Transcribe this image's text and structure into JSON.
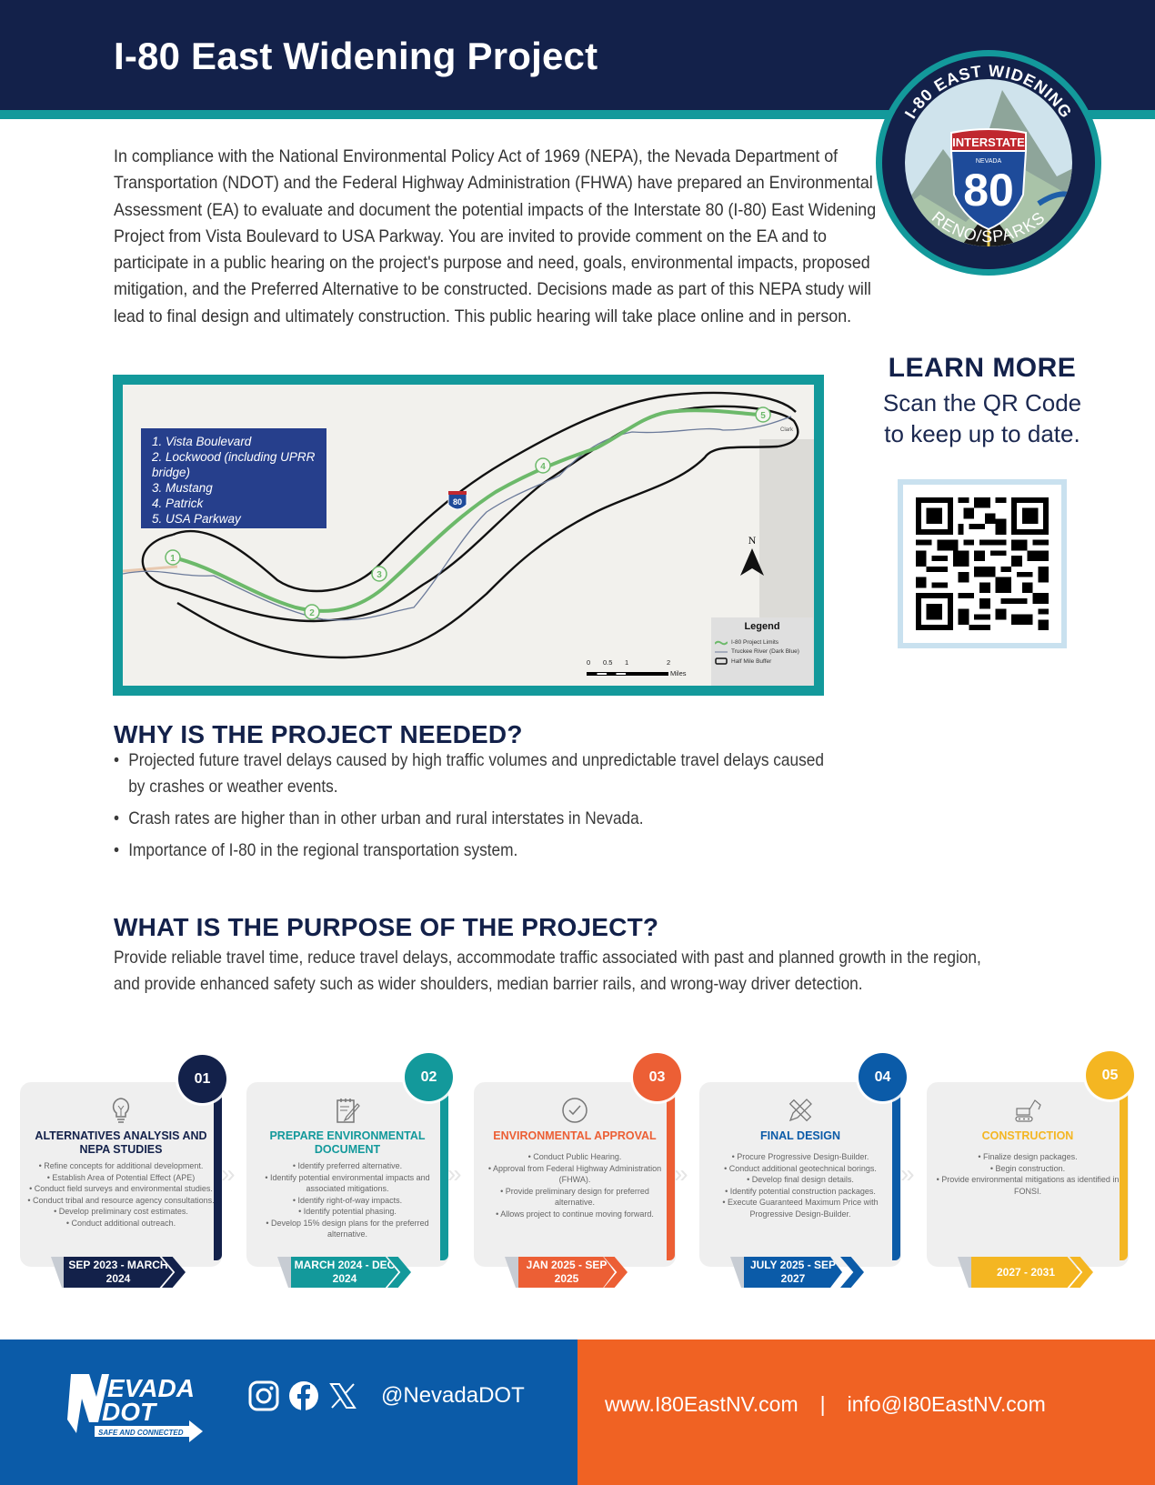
{
  "header": {
    "title": "I-80 East Widening Project"
  },
  "logo_badge": {
    "top_text": "I-80 EAST WIDENING",
    "bottom_text": "RENO/SPARKS",
    "shield_top": "INTERSTATE",
    "shield_state": "NEVADA",
    "shield_number": "80"
  },
  "intro": {
    "text": "In compliance with the National Environmental Policy Act of 1969 (NEPA), the Nevada Department of Transportation (NDOT) and the Federal Highway Administration (FHWA) have prepared an Environmental Assessment (EA) to evaluate and document the potential impacts of the Interstate 80 (I-80) East Widening Project from Vista Boulevard to USA Parkway. You are invited to provide comment on the EA and to participate in a public hearing on the project's purpose and need, goals, environmental impacts, proposed mitigation, and the Preferred Alternative to be constructed. Decisions made as part of this NEPA study will lead to final design and ultimately construction. This public hearing will take place online and in person."
  },
  "learn_more": {
    "title": "LEARN MORE",
    "line1": "Scan the QR Code",
    "line2": "to keep up to date."
  },
  "map": {
    "interchanges": [
      "1. Vista Boulevard",
      "2. Lockwood (including UPRR bridge)",
      "3. Mustang",
      "4. Patrick",
      "5. USA Parkway"
    ],
    "markers": [
      "1",
      "2",
      "3",
      "4",
      "5"
    ],
    "route_shield": "80",
    "north_label": "N",
    "place_label": "Clark",
    "legend": {
      "title": "Legend",
      "items": [
        "I-80 Project Limits",
        "Truckee River (Dark Blue)",
        "Half Mile Buffer"
      ]
    },
    "scale": {
      "ticks": [
        "0",
        "0.5",
        "1",
        "2"
      ],
      "unit": "Miles"
    },
    "colors": {
      "project_limits": "#6cb96a",
      "river": "#6b7a9a",
      "buffer": "#111111"
    }
  },
  "why_needed": {
    "heading": "WHY IS THE PROJECT NEEDED?",
    "bullets": [
      "Projected future travel delays caused by high traffic volumes and unpredictable travel delays caused by crashes or weather events.",
      "Crash rates are higher than in other urban and rural interstates in Nevada.",
      "Importance of I-80 in the regional transportation system."
    ]
  },
  "purpose": {
    "heading": "WHAT IS THE PURPOSE OF THE PROJECT?",
    "text": "Provide reliable travel time, reduce travel delays, accommodate traffic associated with past and planned growth in the region, and provide enhanced safety such as wider shoulders, median barrier rails, and wrong-way driver detection."
  },
  "timeline": [
    {
      "number": "01",
      "icon": "lightbulb-icon",
      "title": "ALTERNATIVES ANALYSIS AND NEPA STUDIES",
      "items": "• Refine concepts for additional development.\n• Establish Area of Potential Effect (APE)\n• Conduct field surveys and environmental studies.\n• Conduct tribal and resource agency consultations.\n• Develop preliminary cost estimates.\n• Conduct additional outreach.",
      "date": "SEP 2023 - MARCH 2024",
      "color": "#13214a"
    },
    {
      "number": "02",
      "icon": "notepad-pencil-icon",
      "title": "PREPARE ENVIRONMENTAL DOCUMENT",
      "items": "• Identify preferred alternative.\n• Identify potential environmental impacts and associated mitigations.\n• Identify right-of-way impacts.\n• Identify potential phasing.\n• Develop 15% design plans for the preferred alternative.",
      "date": "MARCH 2024 - DEC 2024",
      "color": "#13999b"
    },
    {
      "number": "03",
      "icon": "check-circle-icon",
      "title": "ENVIRONMENTAL APPROVAL",
      "items": "• Conduct Public Hearing.\n• Approval from Federal Highway Administration (FHWA).\n• Provide preliminary design for preferred alternative.\n• Allows project to continue moving forward.",
      "date": "JAN 2025 - SEP 2025",
      "color": "#ec5f35"
    },
    {
      "number": "04",
      "icon": "ruler-pencil-icon",
      "title": "FINAL DESIGN",
      "items": "• Procure Progressive Design-Builder.\n• Conduct additional geotechnical borings.\n• Develop final design details.\n• Identify potential construction packages.\n• Execute Guaranteed Maximum Price with Progressive Design-Builder.",
      "date": "JULY 2025 - SEP 2027",
      "color": "#0b5ba8"
    },
    {
      "number": "05",
      "icon": "excavator-icon",
      "title": "CONSTRUCTION",
      "items": "• Finalize design packages.\n• Begin construction.\n• Provide environmental mitigations as identified in FONSI.",
      "date": "2027 - 2031",
      "color": "#f4b622"
    }
  ],
  "footer": {
    "logo_line1": "EVADA",
    "logo_line2": "DOT",
    "logo_tagline": "SAFE AND CONNECTED",
    "social_handle": "@NevadaDOT",
    "website": "www.I80EastNV.com",
    "separator": "|",
    "email": "info@I80EastNV.com",
    "colors": {
      "left_bg": "#0b5ba8",
      "right_bg": "#f06223"
    }
  }
}
